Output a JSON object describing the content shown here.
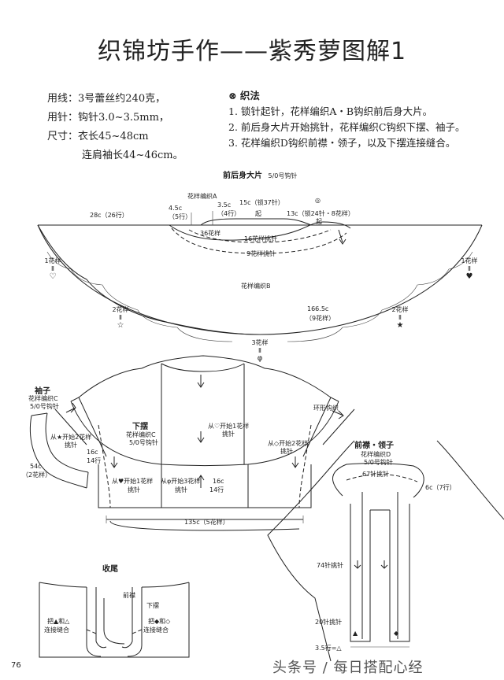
{
  "title": "织锦坊手作——紫秀萝图解1",
  "materials": {
    "yarn": "用线：3号蕾丝约240克，",
    "hook": "用针：钩针3.0~3.5mm，",
    "size": "尺寸：衣长45~48cm",
    "sleeve": "连肩袖长44~46cm。"
  },
  "method": {
    "heading": "织法",
    "steps": [
      "1. 锁针起针，花样编织A・B钩织前后身大片。",
      "2. 前后身大片开始挑针，花样编织C钩织下摆、袖子。",
      "3. 花样编织D钩织前襟・领子，以及下摆连接缝合。"
    ]
  },
  "body_panel": {
    "caption": "前后身大片",
    "hook": "5/0号钩针",
    "pattern_a": "花样编织A",
    "pattern_b": "花样编织B",
    "w_45": "4.5c",
    "r_5": "（5行）",
    "w_35": "3.5c",
    "r_4": "（4行）",
    "top_15": "15c（锁37针）",
    "qi1": "起",
    "qi2": "起",
    "right_13": "13c（锁24针・8花样）",
    "left_28": "28c（26行）",
    "m36": "36花样",
    "m16": "16花样挑针",
    "m9": "9花样挑针",
    "motif_l1": "1花样",
    "motif_r1": "1花样",
    "motif_l2": "2花样",
    "motif_r2": "2花样",
    "motif_c3": "3花样",
    "arc_1665": "166.5c",
    "arc_9": "（9花样）",
    "sym_heart_o": "♡",
    "sym_heart_f": "♥",
    "sym_star_o": "☆",
    "sym_star_f": "★",
    "sym_phi": "φ",
    "sym_eq": "Ⅱ"
  },
  "jacket": {
    "sleeve_caption": "袖子",
    "sleeve_pat": "花样编织C",
    "sleeve_hook": "5/0号钩针",
    "sleeve_pick": "从★开始2花样",
    "sleeve_pick2": "挑针",
    "s16": "16c",
    "s14": "14行",
    "s54": "54c",
    "s2": "（2花样）",
    "hem_caption": "下摆",
    "hem_pat": "花样编织C",
    "hem_hook": "5/0号钩针",
    "ring": "环形钩织",
    "pick_heart_o": "从♡开始1花样",
    "pick_heart_o2": "挑针",
    "pick_diamond": "从◇开始2花样",
    "pick_diamond2": "挑针",
    "pick_heart_f": "从♥开始1花样",
    "pick_heart_f2": "挑针",
    "pick_phi": "从φ开始3花样",
    "pick_phi2": "挑针",
    "h16": "16c",
    "h14": "14行",
    "h135": "135c（5花样）"
  },
  "front_band": {
    "caption": "前襟・领子",
    "pat": "花样编织D",
    "hook": "5/0号钩针",
    "pick67": "67针挑针",
    "c6": "6c（7行）",
    "pick74": "74针挑针",
    "pick20": "20针挑针",
    "r35": "3.5行=△"
  },
  "finish": {
    "caption": "收尾",
    "front": "前襟",
    "hem": "下摆",
    "join_left": "把▲和△",
    "join_left2": "连接缝合",
    "join_right": "把◆和◇",
    "join_right2": "连接缝合"
  },
  "page_number": "76",
  "watermark": "头条号 / 每日搭配心经"
}
